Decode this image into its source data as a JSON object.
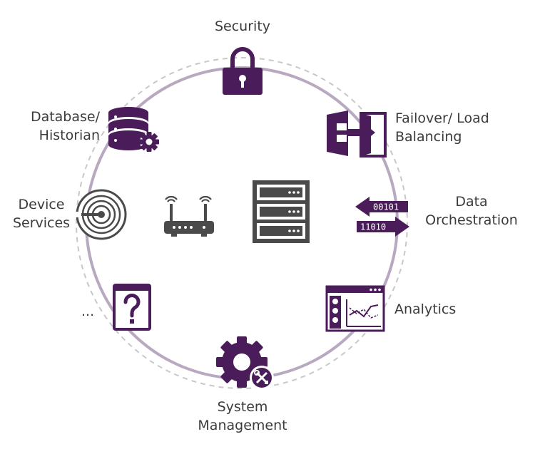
{
  "labels": {
    "security": "Security",
    "database_line1": "Database/",
    "database_line2": "Historian",
    "failover_line1": "Failover/ Load",
    "failover_line2": "Balancing",
    "device_line1": "Device",
    "device_line2": "Services",
    "data_line1": "Data",
    "data_line2": "Orchestration",
    "analytics": "Analytics",
    "ellipsis": "...",
    "system_line1": "System",
    "system_line2": "Management"
  },
  "arrows": {
    "left_code": "00101",
    "right_code": "11010"
  },
  "icons": {
    "security": "lock-icon",
    "database": "database-gear-icon",
    "failover": "failover-door-icon",
    "device": "device-signal-icon",
    "data": "data-arrows-icon",
    "analytics": "analytics-window-icon",
    "unknown": "question-mark-icon",
    "system": "gear-wrench-icon",
    "router": "router-icon",
    "server": "server-rack-icon"
  },
  "colors": {
    "accent": "#4b1c5a",
    "ring": "#b8a9c1",
    "dashed": "#c8c8c8",
    "server": "#4a4a4a"
  }
}
